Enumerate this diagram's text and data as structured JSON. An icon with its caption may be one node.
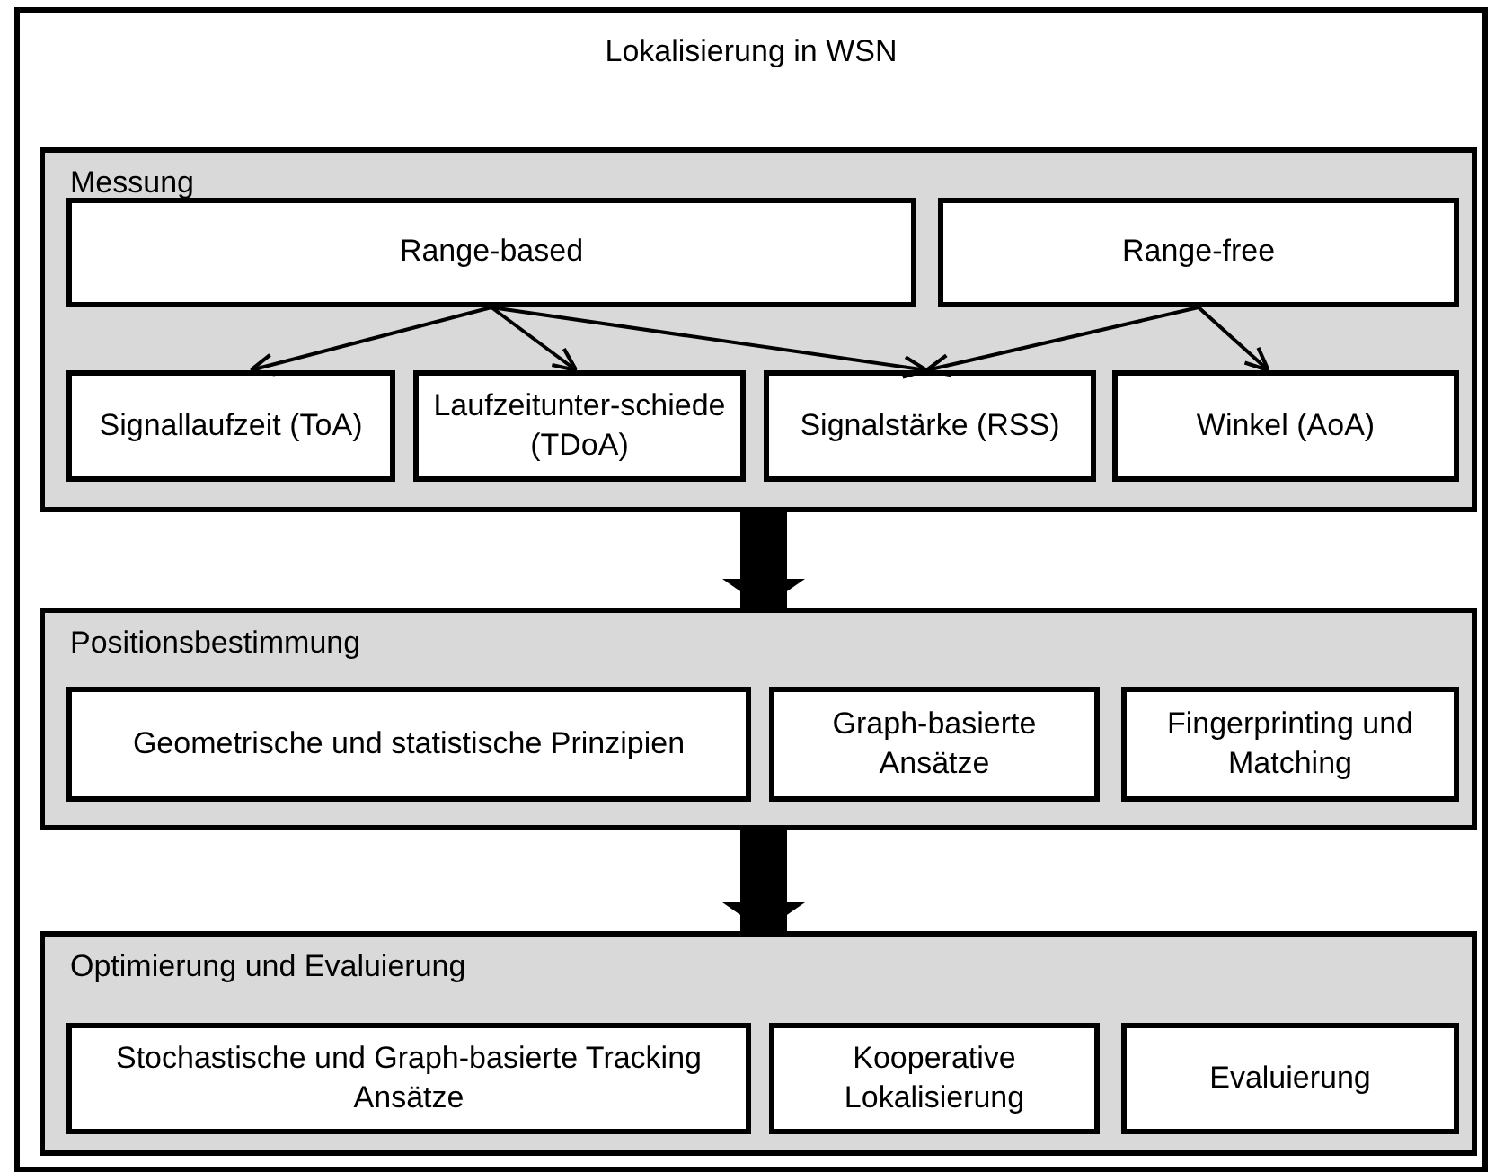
{
  "diagram": {
    "nodes": [
      {
        "text": [
          "Lokalisierung in WSN"
        ]
      },
      {
        "text": [
          "Messung"
        ],
        "in": 0
      },
      {
        "text": [
          "Range-based"
        ],
        "in": 1
      },
      {
        "text": [
          "Range-free"
        ],
        "in": 1
      },
      {
        "text": [
          "Signallaufzeit (ToA)"
        ],
        "in": 1
      },
      {
        "text": [
          "Laufzeitunter-schiede (TDoA)"
        ],
        "in": 1
      },
      {
        "text": [
          "Signalstärke (RSS)"
        ],
        "in": 1
      },
      {
        "text": [
          "Winkel (AoA)"
        ],
        "in": 1
      },
      {
        "text": [
          "Positionsbestimmung"
        ],
        "in": 0
      },
      {
        "text": [
          "Geometrische und statistische Prinzipien"
        ],
        "in": 8
      },
      {
        "text": [
          "Graph-basierte Ansätze"
        ],
        "in": 8
      },
      {
        "text": [
          "Fingerprinting und Matching"
        ],
        "in": 8
      },
      {
        "text": [
          "Optimierung und Evaluierung"
        ],
        "in": 0
      },
      {
        "text": [
          "Stochastische und Graph-basierte Tracking Ansätze"
        ],
        "in": 12
      },
      {
        "text": [
          "Kooperative Lokalisierung"
        ],
        "in": 12
      },
      {
        "text": [
          "Evaluierung"
        ],
        "in": 12
      }
    ],
    "edges": [
      {
        "from": 2,
        "to": 4,
        "arrow": "to"
      },
      {
        "from": 2,
        "to": 5,
        "arrow": "to"
      },
      {
        "from": 2,
        "to": 6,
        "arrow": "to"
      },
      {
        "from": 3,
        "to": 6,
        "arrow": "to"
      },
      {
        "from": 3,
        "to": 7,
        "arrow": "to"
      },
      {
        "from": 1,
        "to": 8,
        "arrow": "to",
        "style": "thick"
      },
      {
        "from": 8,
        "to": 12,
        "arrow": "to",
        "style": "thick"
      }
    ]
  }
}
